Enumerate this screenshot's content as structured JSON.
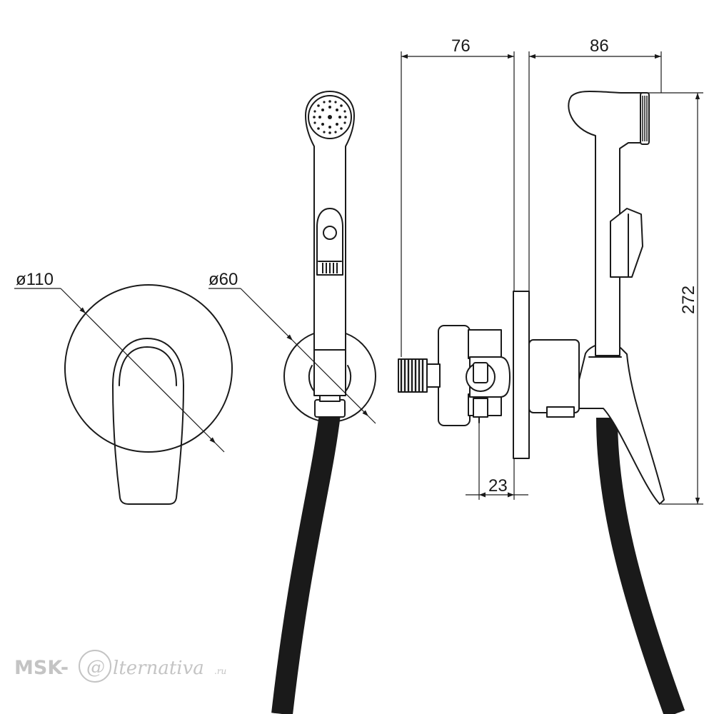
{
  "dimensions": {
    "d110": "ø110",
    "d60": "ø60",
    "w76": "76",
    "w86": "86",
    "h272": "272",
    "w23": "23"
  },
  "watermark": {
    "prefix": "MSK-",
    "at": "@",
    "word": "lternativa",
    "suffix": ".ru"
  }
}
